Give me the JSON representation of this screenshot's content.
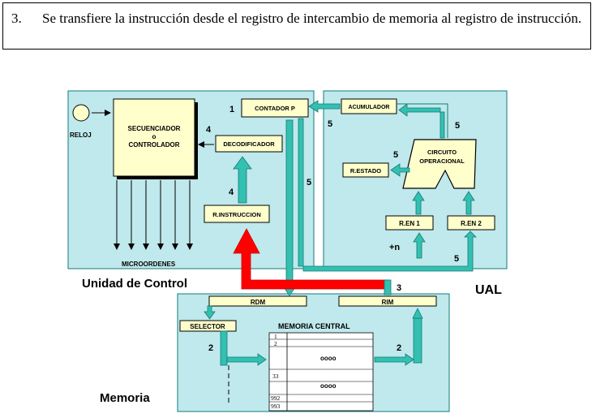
{
  "step": {
    "number": "3.",
    "text": "Se transfiere la instrucción desde el registro de intercambio de memoria al registro de instrucción."
  },
  "control_unit": {
    "title": "Unidad de Control",
    "reloj": "RELOJ",
    "secuenciador": [
      "SECUENCIADOR",
      "o",
      "CONTROLADOR"
    ],
    "decodificador": "DECODIFICADOR",
    "contador": "CONTADOR P",
    "instruccion": "R.INSTRUCCION",
    "microordenes": "MICROORDENES"
  },
  "alu": {
    "title": "UAL",
    "acumulador": "ACUMULADOR",
    "circuito": [
      "CIRCUITO",
      "OPERACIONAL"
    ],
    "estado": "R.ESTADO",
    "ren1": "R.EN 1",
    "ren2": "R.EN 2",
    "plus_n": "+n"
  },
  "memory": {
    "title": "Memoria",
    "rdm": "RDM",
    "rim": "RIM",
    "selector": "SELECTOR",
    "central": "MEMORIA CENTRAL",
    "rows": [
      "1",
      "2",
      "33",
      "992",
      "993"
    ],
    "dots": "oooo"
  },
  "steps": {
    "s1": "1",
    "s2": "2",
    "s3": "3",
    "s4": "4",
    "s5": "5"
  },
  "colors": {
    "panel": "#bfe9ec",
    "box": "#ffffcc",
    "bus": "#33c0b0",
    "bus_dark": "#157a78",
    "active": "#ff0000"
  }
}
